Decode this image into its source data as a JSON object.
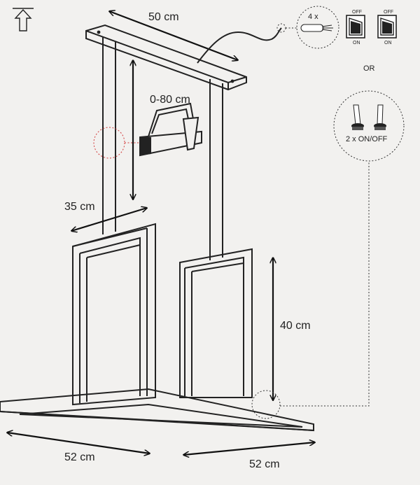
{
  "dimensions": {
    "top_width": "50 cm",
    "adjustable_height": "0-80 cm",
    "depth": "35 cm",
    "frame_height": "40 cm",
    "base_left": "52 cm",
    "base_right": "52 cm"
  },
  "callouts": {
    "quantity": "4 x",
    "switch_off": "OFF",
    "switch_on": "ON",
    "or": "OR",
    "toggle_label": "2 x ON/OFF"
  },
  "icons": {
    "corner": "upload-arrow-icon",
    "cable_plug": "cable-plug-icon",
    "rocker_switch": "rocker-switch-icon",
    "toggle_switch": "toggle-switch-icon",
    "saw": "hacksaw-icon"
  },
  "colors": {
    "background": "#f2f1ef",
    "ink": "#222222",
    "cut_marker": "#d23a3a"
  }
}
